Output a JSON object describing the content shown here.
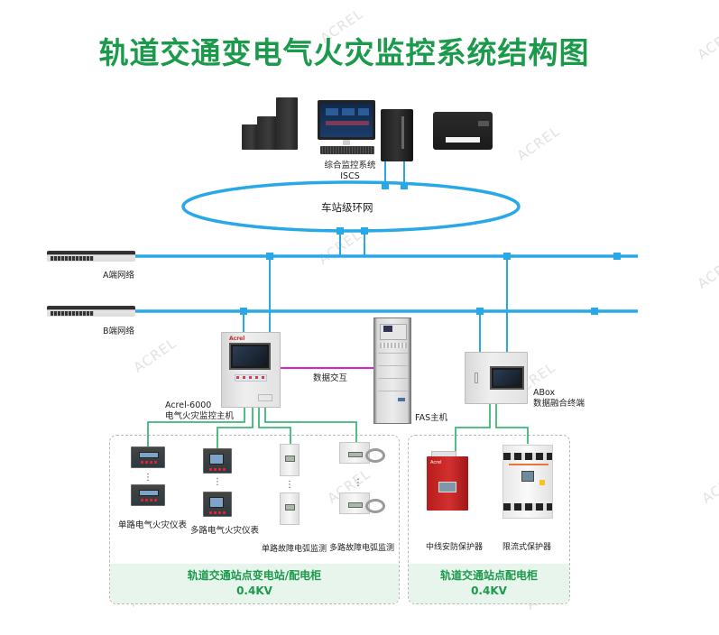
{
  "title": "轨道交通变电气火灾监控系统结构图",
  "watermark_text": "ACREL",
  "colors": {
    "title_green": "#1a9a4a",
    "network_blue": "#29a8e8",
    "field_green": "#3cb878",
    "data_exchange_magenta": "#e020d0",
    "zone_fill": "#e8f5ec"
  },
  "top_layer": {
    "iscs_label_line1": "综合监控系统",
    "iscs_label_line2": "ISCS",
    "ring_network_label": "车站级环网"
  },
  "networks": {
    "a_label": "A端网络",
    "b_label": "B端网络"
  },
  "main_host": {
    "model": "Acrel-6000",
    "name": "电气火灾监控主机",
    "brand": "Acrel"
  },
  "data_exchange_label": "数据交互",
  "fas": {
    "label": "FAS主机"
  },
  "abox": {
    "name": "ABox",
    "desc": "数据融合终端"
  },
  "zones": [
    {
      "title_line1": "轨道交通站点变电站/配电柜",
      "title_line2": "0.4KV",
      "devices": [
        {
          "label": "单路电气火灾仪表",
          "icon": "single-circuit-meter-icon"
        },
        {
          "label": "多路电气火灾仪表",
          "icon": "multi-circuit-meter-icon"
        },
        {
          "label": "单路故障电弧监测",
          "icon": "single-arc-detector-icon"
        },
        {
          "label": "多路故障电弧监测",
          "icon": "multi-arc-detector-icon"
        }
      ]
    },
    {
      "title_line1": "轨道交通站点配电柜",
      "title_line2": "0.4KV",
      "devices": [
        {
          "label": "中线安防保护器",
          "icon": "neutral-line-protector-icon"
        },
        {
          "label": "限流式保护器",
          "icon": "current-limiting-protector-icon"
        }
      ]
    }
  ],
  "ellipsis": "⋮"
}
